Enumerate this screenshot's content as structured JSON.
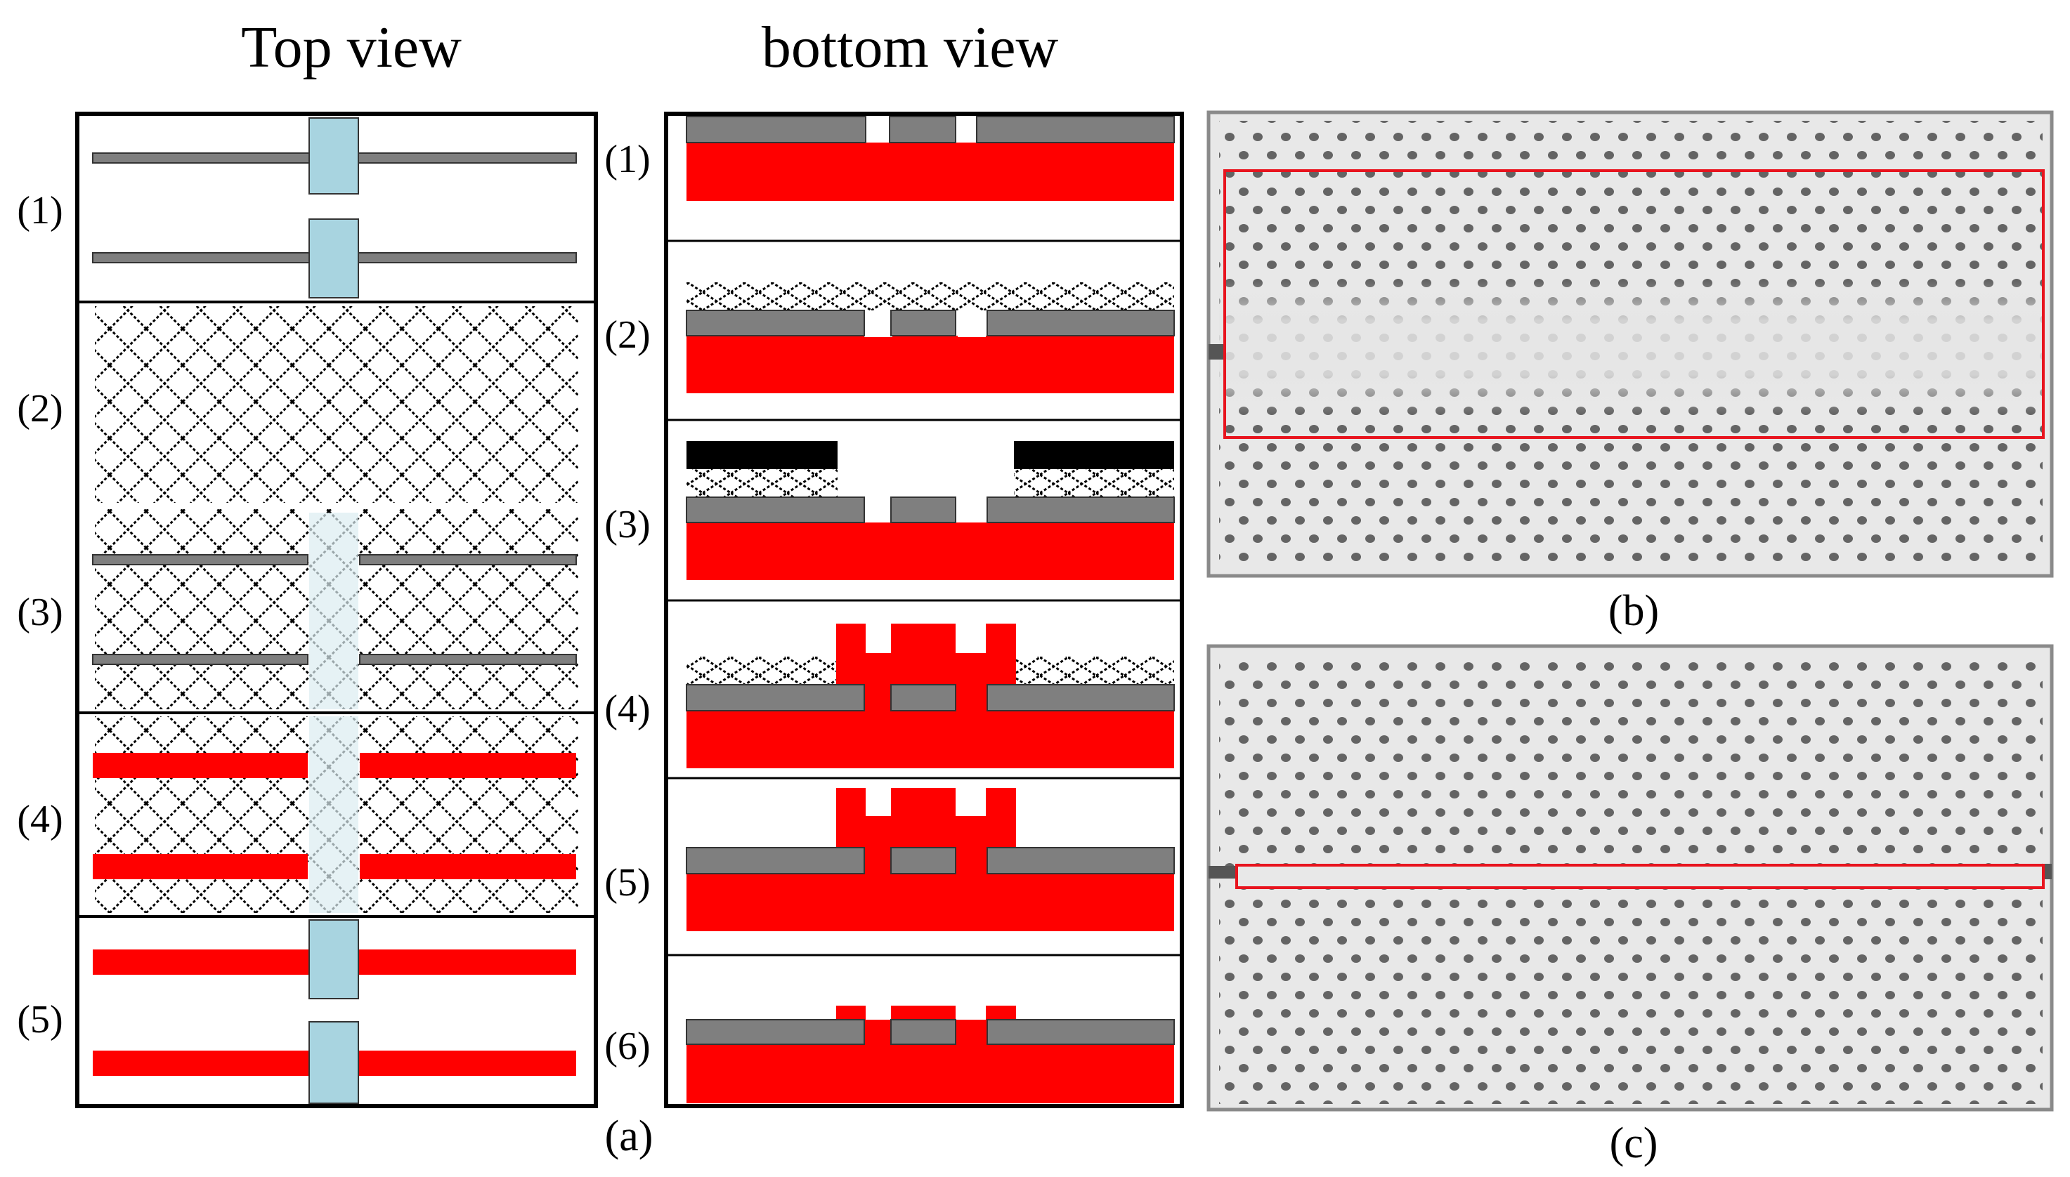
{
  "headings": {
    "top_view": "Top view",
    "bottom_view": "bottom view"
  },
  "top_view_steps": [
    "(1)",
    "(2)",
    "(3)",
    "(4)",
    "(5)"
  ],
  "bottom_view_steps": [
    "(1)",
    "(2)",
    "(3)",
    "(4)",
    "(5)",
    "(6)"
  ],
  "captions": {
    "a": "(a)",
    "b": "(b)",
    "c": "(c)"
  },
  "colors": {
    "background": "#ffffff",
    "border": "#000000",
    "metal_red": "#ff0000",
    "grey_layer": "#7f7f7f",
    "light_blue": "#a8d4e0",
    "mask_black": "#000000",
    "micrograph_bg": "#e8e8e8",
    "micrograph_hole": "#505050",
    "highlight_box": "#e8141e"
  },
  "legend_icons": [
    "crosshatch-photoresist-pattern",
    "hole-lattice-pattern"
  ]
}
